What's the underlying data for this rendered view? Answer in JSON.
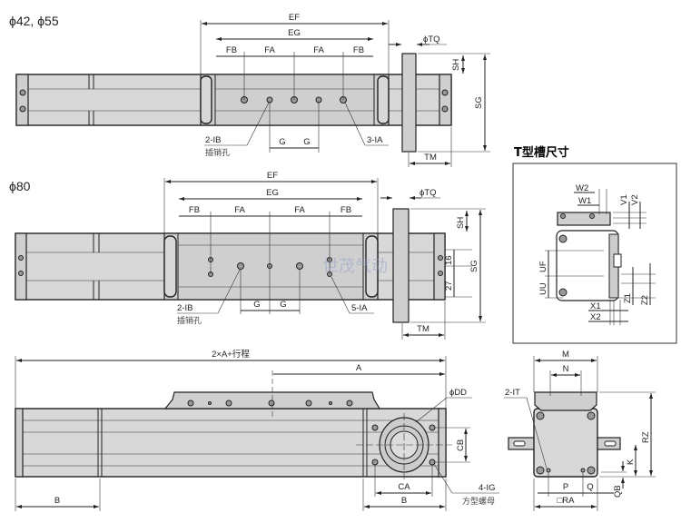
{
  "top_view": {
    "title": "ϕ42, ϕ55",
    "dims": {
      "EF": "EF",
      "EG": "EG",
      "FB": "FB",
      "FA": "FA",
      "G": "G",
      "TQ": "ϕTQ",
      "SH": "SH",
      "SG": "SG",
      "TM": "TM"
    },
    "callout_pin": "2-IB",
    "callout_pin_note": "插销孔",
    "callout_holes": "3-IA"
  },
  "mid_view": {
    "title": "ϕ80",
    "dims": {
      "EF": "EF",
      "EG": "EG",
      "FB": "FB",
      "FA": "FA",
      "G": "G",
      "TQ": "ϕTQ",
      "SH": "SH",
      "SG": "SG",
      "TM": "TM",
      "d27": "27",
      "d16": "16"
    },
    "callout_pin": "2-IB",
    "callout_pin_note": "插销孔",
    "callout_holes": "5-IA",
    "watermark": "世茂气动"
  },
  "tslot": {
    "title": "T型槽尺寸",
    "dims": {
      "W1": "W1",
      "W2": "W2",
      "V1": "V1",
      "V2": "V2",
      "UF": "UF",
      "UU": "UU",
      "X1": "X1",
      "X2": "X2",
      "Z1": "Z1",
      "Z2": "Z2"
    }
  },
  "side_view": {
    "dims": {
      "total": "2×A+行程",
      "A": "A",
      "B": "B",
      "DD": "ϕDD",
      "CB": "CB",
      "CA": "CA"
    },
    "callout_nut": "4-IG",
    "callout_nut_note": "方型螺母"
  },
  "end_view": {
    "dims": {
      "M": "M",
      "N": "N",
      "RZ": "RZ",
      "K": "K",
      "QB": "QB",
      "P": "P",
      "Q": "Q",
      "RA": "□RA"
    },
    "callout": "2-IT"
  }
}
